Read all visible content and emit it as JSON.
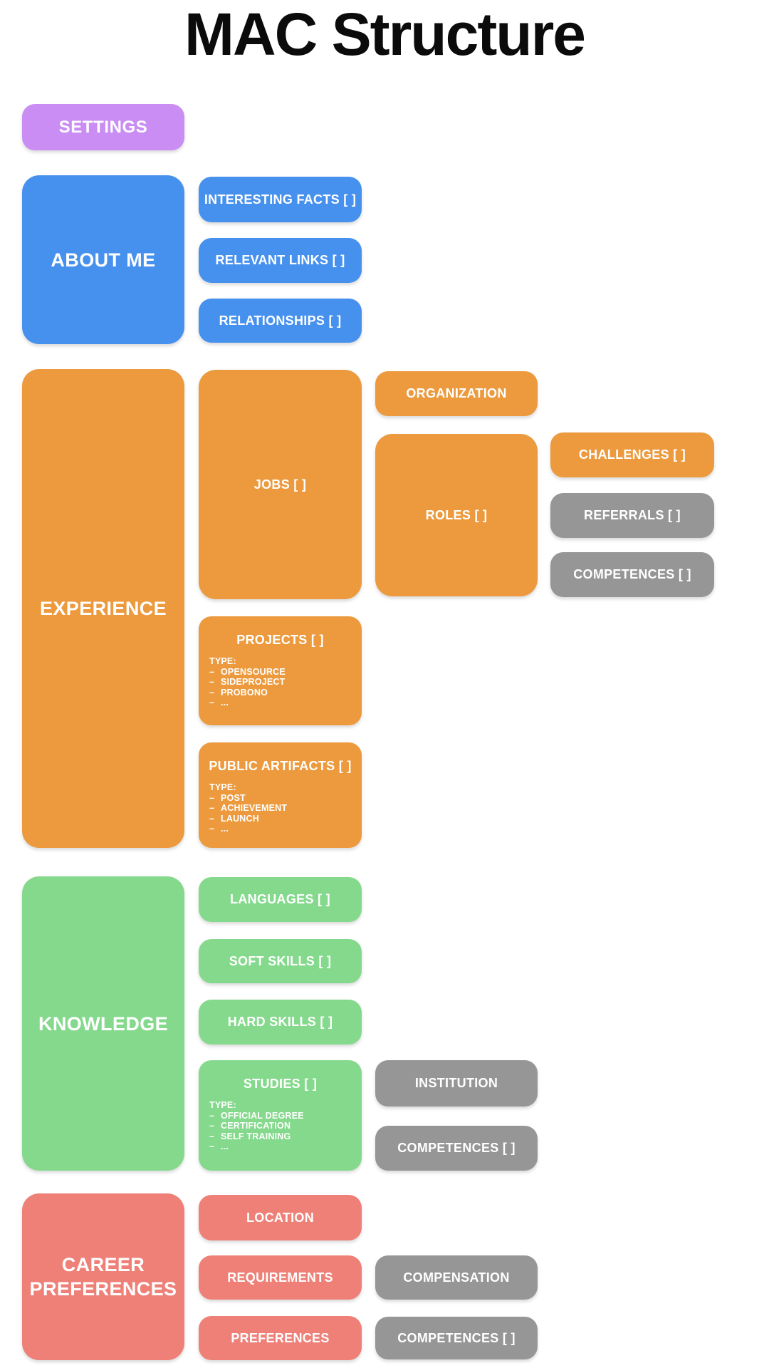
{
  "title": "MAC Structure",
  "dash": "–",
  "colors": {
    "purple": "#c98df3",
    "blue": "#4791ee",
    "orange": "#ec9a3d",
    "green": "#84d98c",
    "salmon": "#ee8078",
    "gray": "#969696"
  },
  "nodes": {
    "settings": {
      "label": "SETTINGS"
    },
    "about_me": {
      "label": "ABOUT ME",
      "interesting_facts": {
        "label": "INTERESTING FACTS [ ]"
      },
      "relevant_links": {
        "label": "RELEVANT LINKS [ ]"
      },
      "relationships": {
        "label": "RELATIONSHIPS [ ]"
      }
    },
    "experience": {
      "label": "EXPERIENCE",
      "jobs": {
        "label": "JOBS [ ]"
      },
      "organization": {
        "label": "ORGANIZATION"
      },
      "roles": {
        "label": "ROLES [ ]"
      },
      "challenges": {
        "label": "CHALLENGES [ ]"
      },
      "referrals": {
        "label": "REFERRALS [ ]"
      },
      "competences": {
        "label": "COMPETENCES [ ]"
      },
      "projects": {
        "label": "PROJECTS [ ]",
        "type_heading": "TYPE:",
        "types": [
          "OPENSOURCE",
          "SIDEPROJECT",
          "PROBONO",
          "..."
        ]
      },
      "public_artifacts": {
        "label": "PUBLIC ARTIFACTS [ ]",
        "type_heading": "TYPE:",
        "types": [
          "POST",
          "ACHIEVEMENT",
          "LAUNCH",
          "..."
        ]
      }
    },
    "knowledge": {
      "label": "KNOWLEDGE",
      "languages": {
        "label": "LANGUAGES [ ]"
      },
      "soft_skills": {
        "label": "SOFT SKILLS [ ]"
      },
      "hard_skills": {
        "label": "HARD SKILLS [ ]"
      },
      "studies": {
        "label": "STUDIES [ ]",
        "type_heading": "TYPE:",
        "types": [
          "OFFICIAL DEGREE",
          "CERTIFICATION",
          "SELF TRAINING",
          "..."
        ]
      },
      "institution": {
        "label": "INSTITUTION"
      },
      "competences": {
        "label": "COMPETENCES [ ]"
      }
    },
    "career_preferences": {
      "label": "CAREER PREFERENCES",
      "location": {
        "label": "LOCATION"
      },
      "requirements": {
        "label": "REQUIREMENTS"
      },
      "preferences": {
        "label": "PREFERENCES"
      },
      "compensation": {
        "label": "COMPENSATION"
      },
      "competences": {
        "label": "COMPETENCES [ ]"
      }
    }
  }
}
